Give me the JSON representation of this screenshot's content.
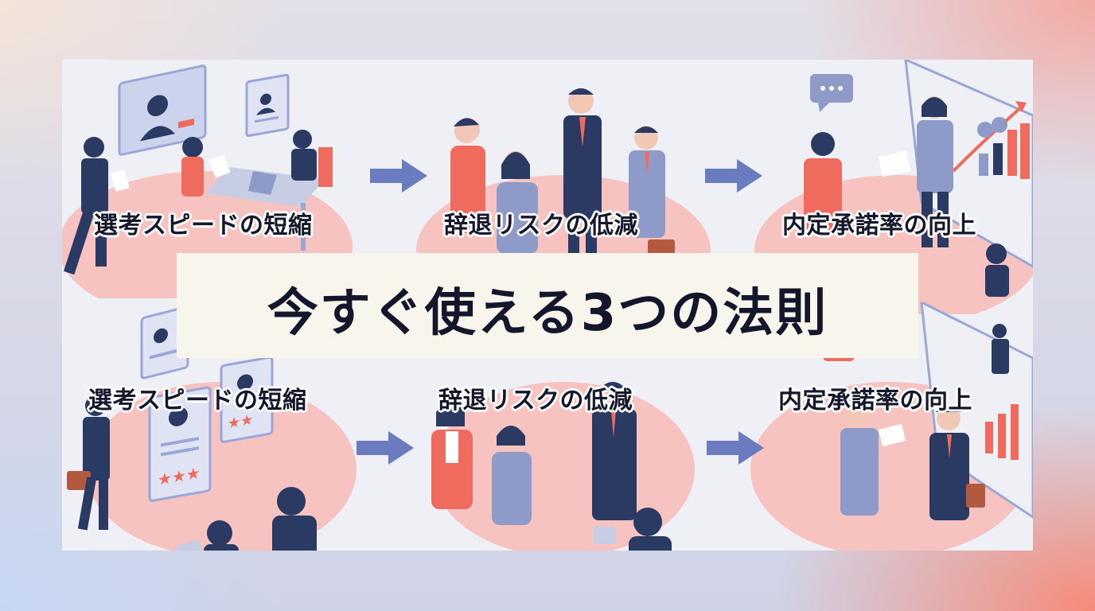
{
  "title": "今すぐ使える3つの法則",
  "rows": [
    {
      "items": [
        {
          "label": "選考スピードの短縮",
          "icon": "interview-scene-icon"
        },
        {
          "label": "辞退リスクの低減",
          "icon": "handshake-scene-icon"
        },
        {
          "label": "内定承諾率の向上",
          "icon": "offer-acceptance-scene-icon"
        }
      ]
    },
    {
      "items": [
        {
          "label": "選考スピードの短縮",
          "icon": "resume-review-scene-icon"
        },
        {
          "label": "辞退リスクの低減",
          "icon": "team-conversation-scene-icon"
        },
        {
          "label": "内定承諾率の向上",
          "icon": "offer-handover-scene-icon"
        }
      ]
    }
  ],
  "colors": {
    "accent_coral": "#ee6b5e",
    "navy": "#2b3a63",
    "arrow": "#6a7bc0",
    "platform_pink": "#f6c3c0",
    "title_text": "#14172b"
  }
}
